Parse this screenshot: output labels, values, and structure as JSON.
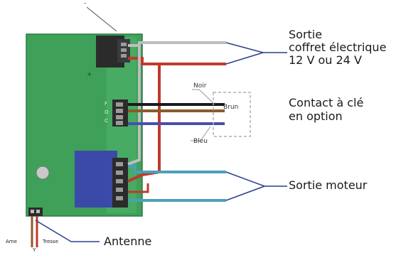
{
  "labels": {
    "top_symbol": "-",
    "plus_symbol": "+",
    "sortie_coffret_line1": "Sortie",
    "sortie_coffret_line2": "coffret électrique",
    "sortie_coffret_line3": "12 V ou 24 V",
    "contact_line1": "Contact à clé",
    "contact_line2": "en option",
    "sortie_moteur": "Sortie moteur",
    "antenne": "Antenne",
    "wire_noir": "Noir",
    "wire_brun": "Brun",
    "wire_bleu": "Bleu",
    "ame": "Ame",
    "tresse": "Tresse",
    "y_mark": "Y",
    "foc_f": "F",
    "foc_o": "O",
    "foc_c": "C"
  },
  "colors": {
    "board": "#3fa05a",
    "board_edge": "#2d7a44",
    "relay_block": "#3b4aa8",
    "terminal": "#2b2b2b",
    "wire_white": "#d9d9d9",
    "wire_red": "#c0392b",
    "wire_black": "#1a1a1a",
    "wire_brown": "#8b5a2b",
    "wire_blue": "#4b4db0",
    "wire_cyan": "#4aa0b8",
    "callout_line": "#2a3f8f"
  }
}
